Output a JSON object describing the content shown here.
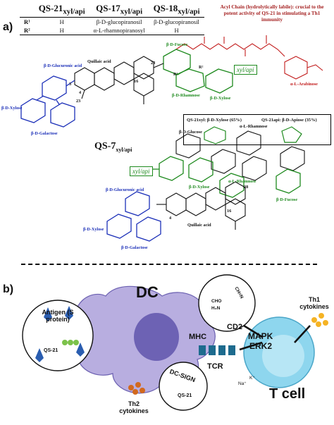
{
  "panel_a": {
    "label": "a)",
    "table": {
      "headers": [
        "QS-21",
        "QS-17",
        "QS-18"
      ],
      "header_sub": "xyl/api",
      "rows": [
        {
          "name": "R¹",
          "values": [
            "H",
            "β-D-glucopiranosil",
            "β-D-glucopiranosil"
          ]
        },
        {
          "name": "R²",
          "values": [
            "H",
            "α-L-rhamnopiranosyl",
            "H"
          ]
        }
      ]
    },
    "acyl_note": "Acyl Chain (hydrolytically labile): crucial to the potent activity of QS-21 in stimulating a Th1 immunity",
    "qs21_labels": {
      "glucuronic": "β-D-Glucuronic acid",
      "quillaic": "Quillaic acid",
      "fucose": "β-D-Fucose",
      "xylose": "β-D-Xylose",
      "galactose": "β-D-Galactose",
      "rhamnose": "β-D-Rhamnose",
      "xylose2": "β-D-Xylose",
      "arabinose": "α-L-Arabinose",
      "xylapi": "xyl/api",
      "n28": "28",
      "n3": "3",
      "n4": "4",
      "n16": "16",
      "n23": "23",
      "r1": "R¹",
      "r2": "R²"
    },
    "box_note": {
      "left": "QS-21xyl: β-D-Xylose (65%)",
      "right": "QS-21api: β-D-Apiose (35%)"
    },
    "qs7": {
      "title": "QS-7",
      "title_sub": "xyl/api",
      "glucose": "β-D-Glucose",
      "rhamnose": "α-L-Rhamnose",
      "xylose": "β-D-Xylose",
      "rhamnose2": "α-L-Rhamnose",
      "fucose": "β-D-Fucose",
      "glucuronic": "β-D-Glucuronic acid",
      "xylose2": "β-D-Xylose",
      "galactose": "β-D-Galactose",
      "quillaic": "Quillaic acid",
      "xylapi": "xyl/api",
      "n28": "28",
      "n4": "4",
      "n16": "16"
    }
  },
  "panel_b": {
    "label": "b)",
    "dc": "DC",
    "antigen": "Antigen (S protein)",
    "qs21": "QS-21",
    "mhc": "MHC",
    "tcr": "TCR",
    "cd2": "CD2",
    "mapk": "MAPK",
    "erk2": "ERK2",
    "th1": "Th1 cytokines",
    "th2": "Th2 cytokines",
    "dcsign": "DC-SIGN",
    "tcell": "T cell",
    "na": "Na⁺",
    "k": "K⁺",
    "cho": "CHO",
    "h2n": "H₂N",
    "chn": "CH=N"
  },
  "colors": {
    "blue": "#1b2fb8",
    "green": "#1e8a1e",
    "red": "#c21b1b",
    "dc_purple": "#b8aee0",
    "tcell_blue": "#8ed6ee",
    "receptor": "#1d6b8e",
    "th1_yellow": "#f5b324",
    "th2_orange": "#d2691e"
  }
}
